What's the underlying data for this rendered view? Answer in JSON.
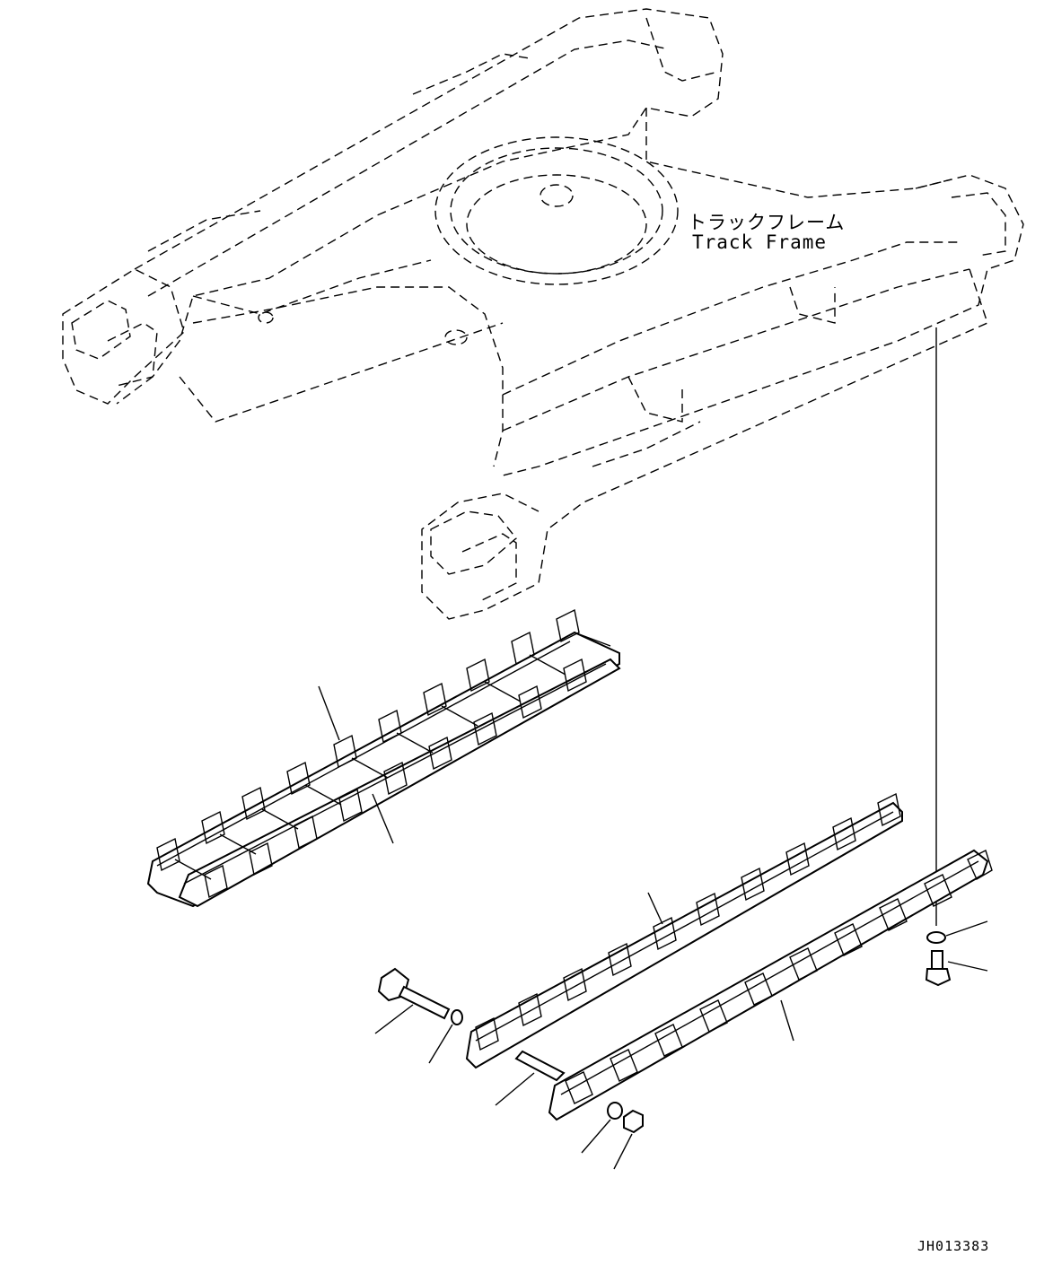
{
  "labels": {
    "track_frame_jp": "トラックフレーム",
    "track_frame_en": "Track Frame",
    "drawing_code": "JH013383"
  }
}
